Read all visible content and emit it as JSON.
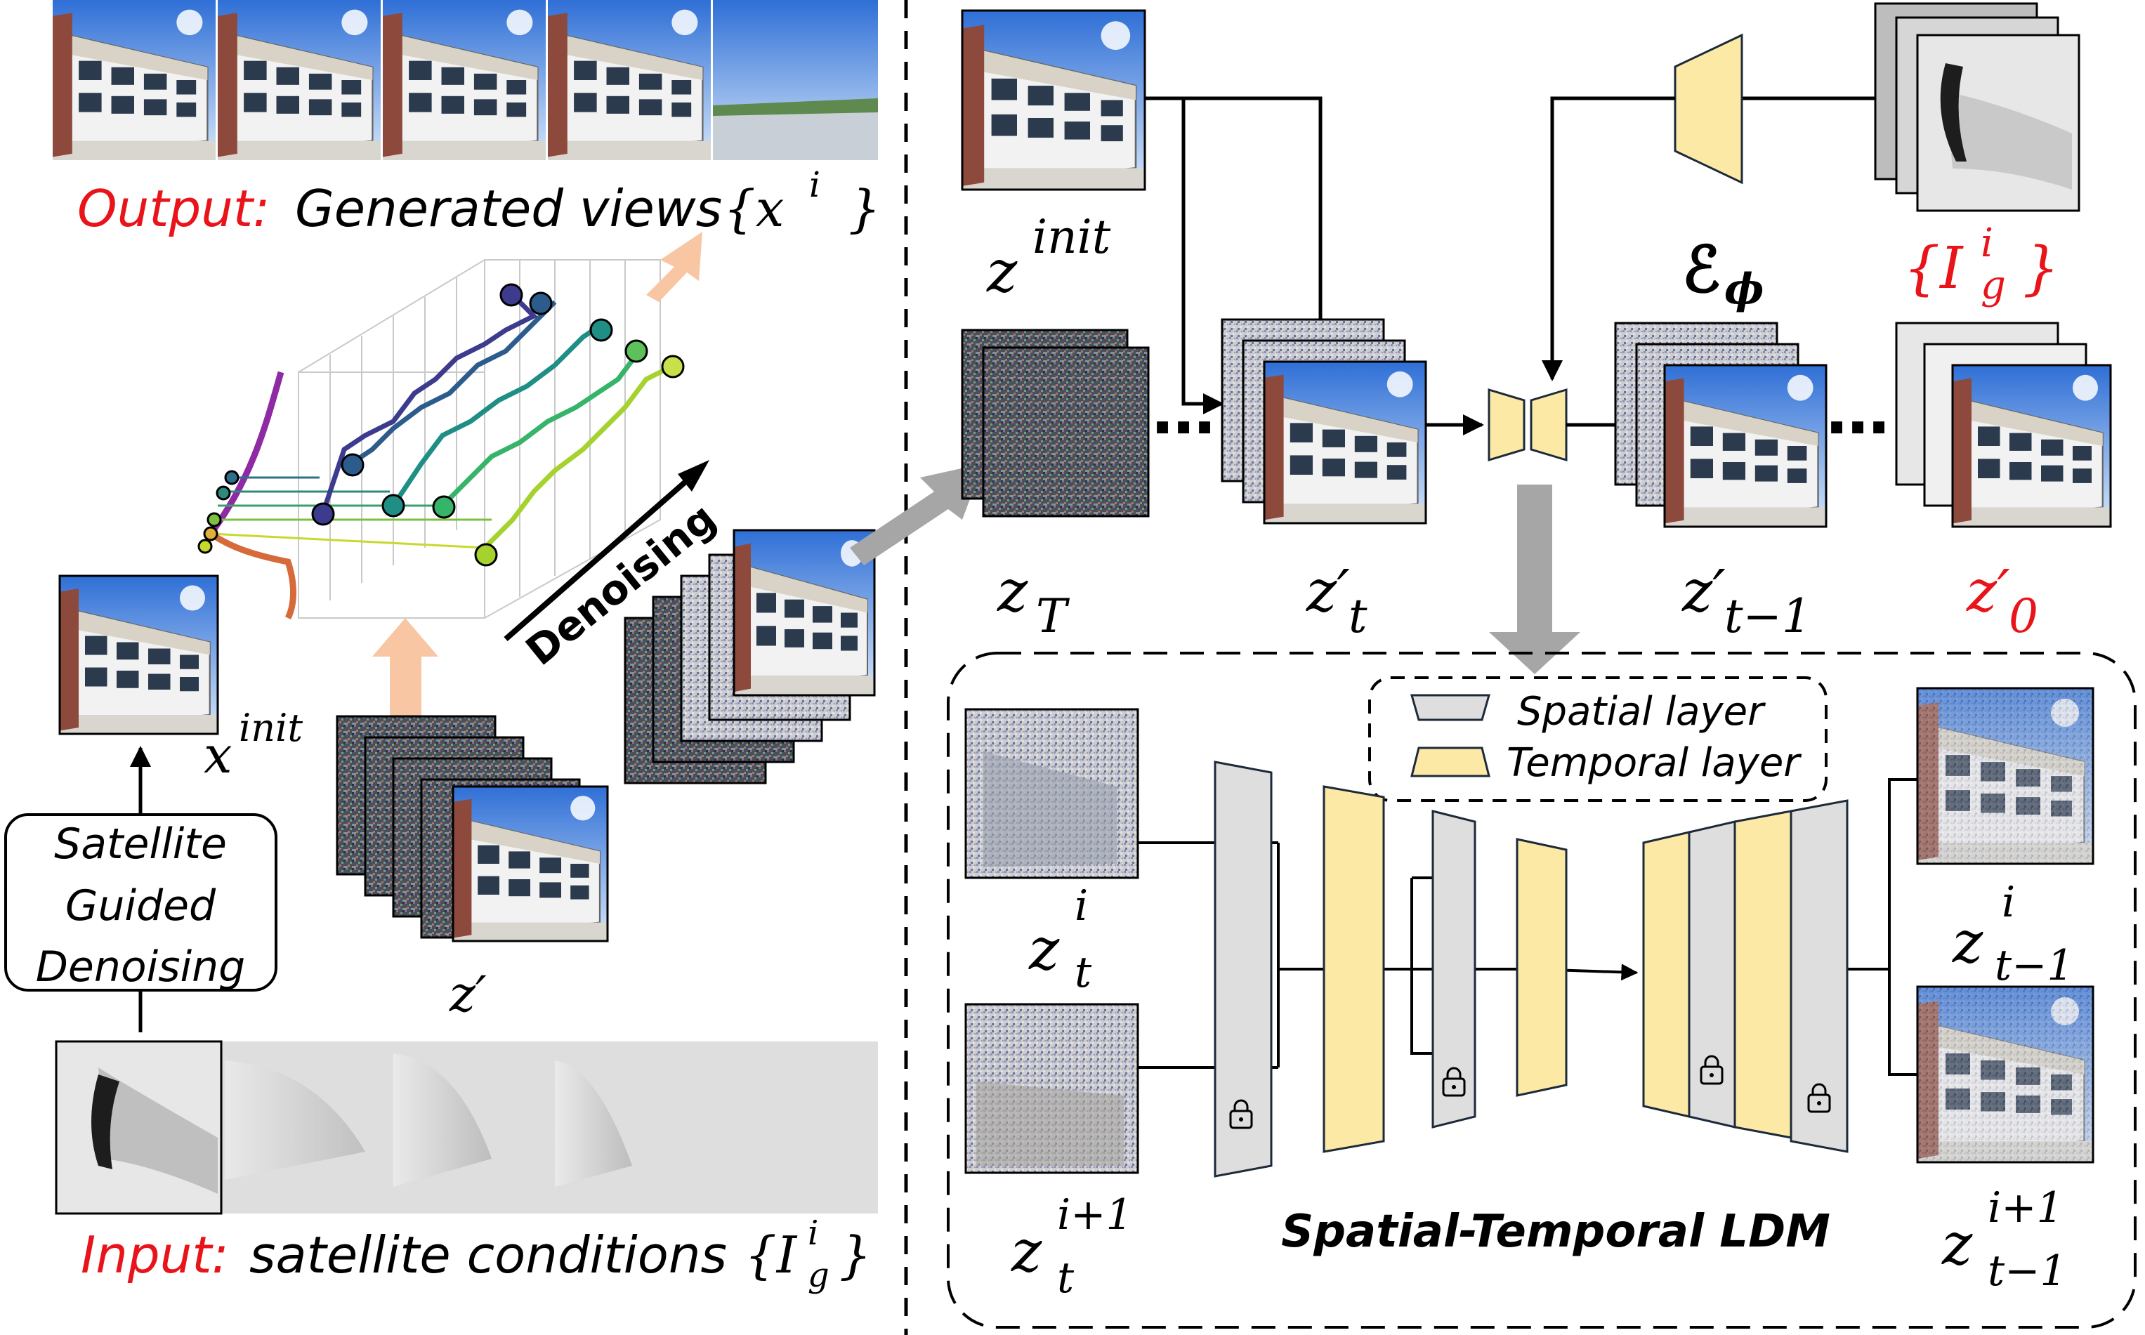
{
  "left": {
    "output_prefix": "Output:",
    "output_text": "Generated views",
    "output_set": "{x",
    "output_sup": "i",
    "output_close": "}",
    "x_init_base": "x",
    "x_init_sup": "init",
    "z_prime": "z′",
    "denoising_label": "Denoising",
    "guided_box": [
      "Satellite",
      "Guided",
      "Denoising"
    ],
    "input_prefix": "Input:",
    "input_text": "satellite conditions",
    "input_set_open": "{I",
    "input_set_sup": "i",
    "input_set_sub": "g",
    "input_set_close": "}"
  },
  "right": {
    "z_init_base": "z",
    "z_init_sup": "init",
    "z_T_base": "z",
    "z_T_sub": "T",
    "z_t_base": "z′",
    "z_t_sub": "t",
    "z_t1_base": "z′",
    "z_t1_sub": "t−1",
    "z_0_base": "z′",
    "z_0_sub": "0",
    "encoder_label": "ℰ",
    "encoder_sub": "ϕ",
    "Ig_open": "{I",
    "Ig_sup": "i",
    "Ig_sub": "g",
    "Ig_close": "}",
    "dots": "⋯"
  },
  "ldm": {
    "title": "Spatial-Temporal LDM",
    "legend_spatial": "Spatial layer",
    "legend_temporal": "Temporal layer",
    "zi_base": "z",
    "zi_sup": "i",
    "zi_sub": "t",
    "zi1_base": "z",
    "zi1_sup": "i+1",
    "zi1_sub": "t",
    "out_i_base": "z",
    "out_i_sup": "i",
    "out_i_sub": "t−1",
    "out_i1_base": "z",
    "out_i1_sup": "i+1",
    "out_i1_sub": "t−1"
  },
  "colors": {
    "red": "#e8141a",
    "spatial_fill": "#dedede",
    "temporal_fill": "#fde9a6",
    "arrow_gray": "#a6a6a6",
    "arrow_peach": "#f9c6a3",
    "dark": "#1c2a3a"
  }
}
